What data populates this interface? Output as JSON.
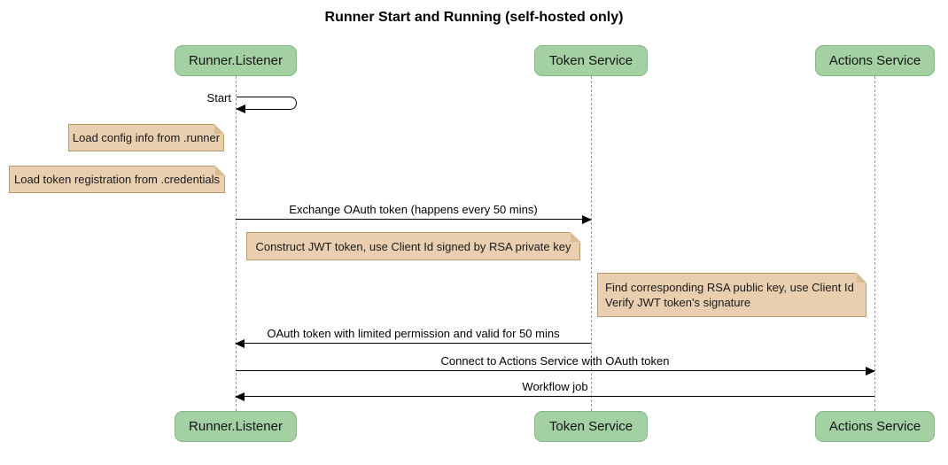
{
  "title": "Runner Start and Running (self-hosted only)",
  "participants": [
    {
      "name": "Runner.Listener"
    },
    {
      "name": "Token Service"
    },
    {
      "name": "Actions Service"
    }
  ],
  "messages": [
    {
      "label": "Start",
      "from": "Runner.Listener",
      "to": "Runner.Listener",
      "kind": "self"
    },
    {
      "label": "Exchange OAuth token (happens every 50 mins)",
      "from": "Runner.Listener",
      "to": "Token Service",
      "kind": "arrow-right"
    },
    {
      "label": "OAuth token with limited permission and valid for 50 mins",
      "from": "Token Service",
      "to": "Runner.Listener",
      "kind": "arrow-left"
    },
    {
      "label": "Connect to Actions Service with OAuth token",
      "from": "Runner.Listener",
      "to": "Actions Service",
      "kind": "arrow-right"
    },
    {
      "label": "Workflow job",
      "from": "Actions Service",
      "to": "Runner.Listener",
      "kind": "arrow-left"
    }
  ],
  "notes": [
    {
      "text": "Load config info from .runner"
    },
    {
      "text": "Load token registration from .credentials"
    },
    {
      "text": "Construct JWT token, use Client Id signed by RSA private key"
    },
    {
      "line1": "Find corresponding RSA public key, use Client Id",
      "line2": "Verify JWT token's signature"
    }
  ],
  "colors": {
    "participant_fill": "#A3D1A3",
    "participant_border": "#84B584",
    "note_fill": "#E9CFAF",
    "note_border": "#B59A6E",
    "lifeline": "#999999",
    "arrow": "#000000",
    "background": "#FFFFFF"
  }
}
